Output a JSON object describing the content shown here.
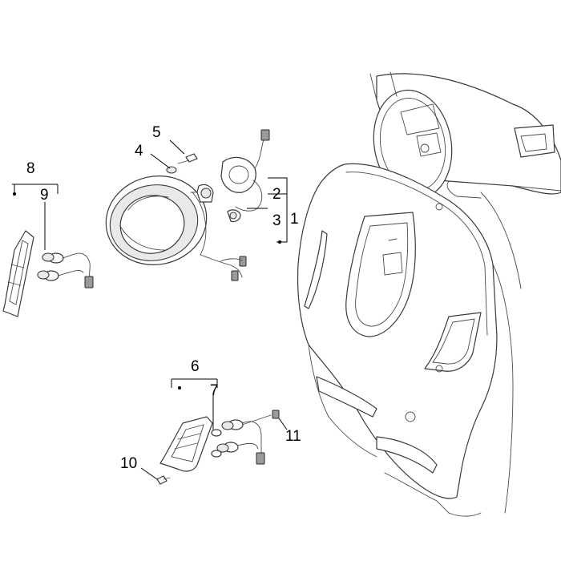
{
  "callouts": {
    "c1": "1",
    "c2": "2",
    "c3": "3",
    "c4": "4",
    "c5": "5",
    "c6": "6",
    "c7": "7",
    "c8": "8",
    "c9": "9",
    "c10": "10",
    "c11": "11"
  },
  "colors": {
    "line": "#3a3a3a",
    "label": "#000000",
    "background": "#ffffff"
  }
}
